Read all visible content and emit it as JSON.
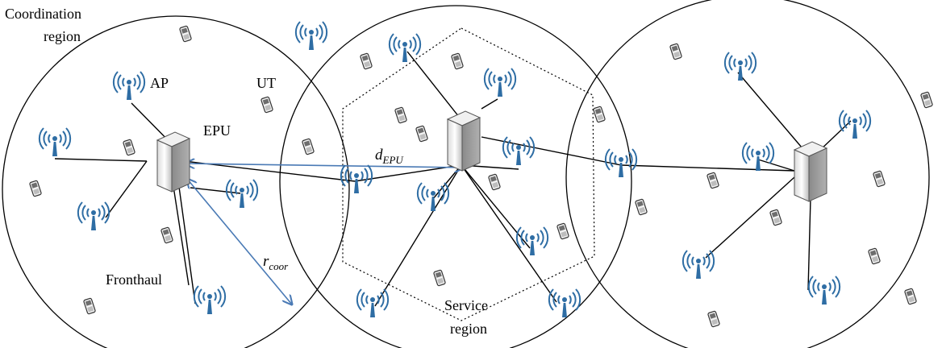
{
  "labels": {
    "coordination_line1": "Coordination",
    "coordination_line2": "region",
    "ap": "AP",
    "ut": "UT",
    "epu": "EPU",
    "fronthaul": "Fronthaul",
    "service_line1": "Service",
    "service_line2": "region",
    "d_main": "d",
    "d_sub": "EPU",
    "r_main": "r",
    "r_sub": "coor"
  },
  "icons": {
    "ap": "antenna-icon",
    "ut": "mobile-phone-icon",
    "epu": "server-icon"
  },
  "colors": {
    "antenna": "#2e6da4",
    "arrow": "#4a7ab5",
    "line": "#000000"
  }
}
